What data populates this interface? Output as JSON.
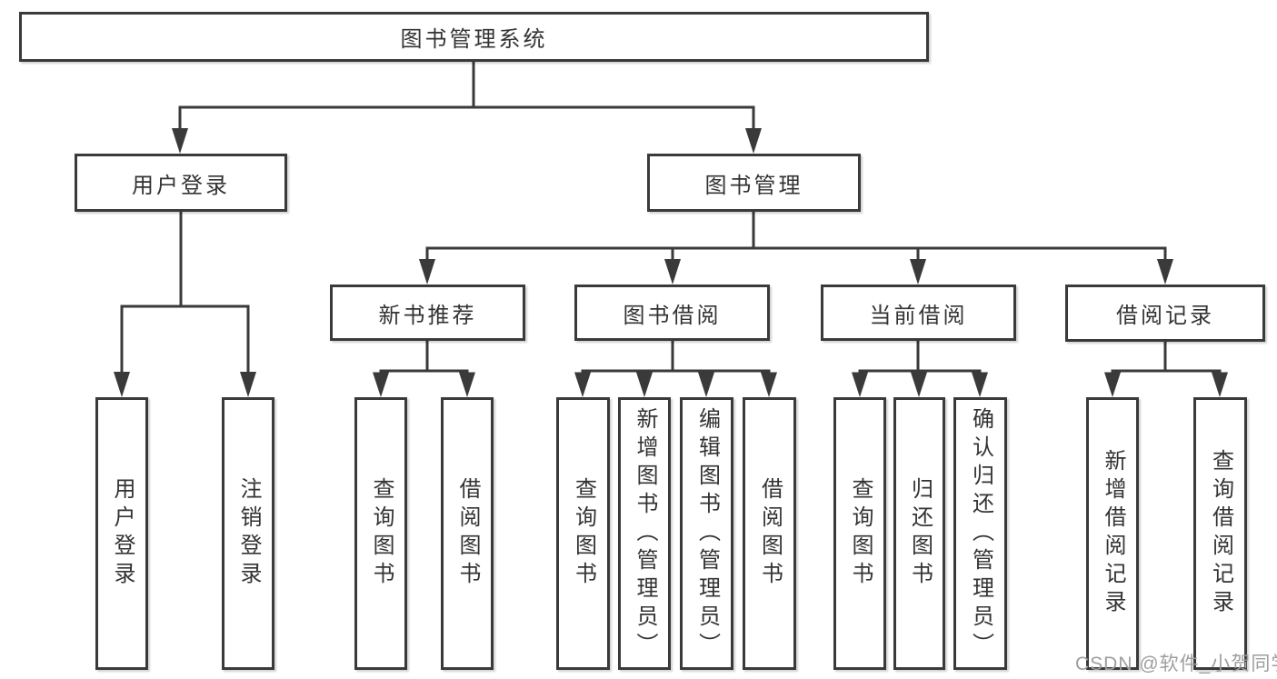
{
  "tree": {
    "root": {
      "label": "图书管理系统"
    },
    "children": [
      {
        "label": "用户登录",
        "children": [
          {
            "label": "用户登录"
          },
          {
            "label": "注销登录"
          }
        ]
      },
      {
        "label": "图书管理",
        "children": [
          {
            "label": "新书推荐",
            "children": [
              {
                "label": "查询图书"
              },
              {
                "label": "借阅图书"
              }
            ]
          },
          {
            "label": "图书借阅",
            "children": [
              {
                "label": "查询图书"
              },
              {
                "label": "新增图书（管理员）"
              },
              {
                "label": "编辑图书（管理员）"
              },
              {
                "label": "借阅图书"
              }
            ]
          },
          {
            "label": "当前借阅",
            "children": [
              {
                "label": "查询图书"
              },
              {
                "label": "归还图书"
              },
              {
                "label": "确认归还（管理员）"
              }
            ]
          },
          {
            "label": "借阅记录",
            "children": [
              {
                "label": "新增借阅记录"
              },
              {
                "label": "查询借阅记录"
              }
            ]
          }
        ]
      }
    ]
  },
  "watermark": {
    "text": "CSDN @软件_小贺同学"
  },
  "colors": {
    "line": "#3a3a3a",
    "text": "#333333",
    "watermark": "#9e9e9e",
    "background": "#ffffff"
  }
}
